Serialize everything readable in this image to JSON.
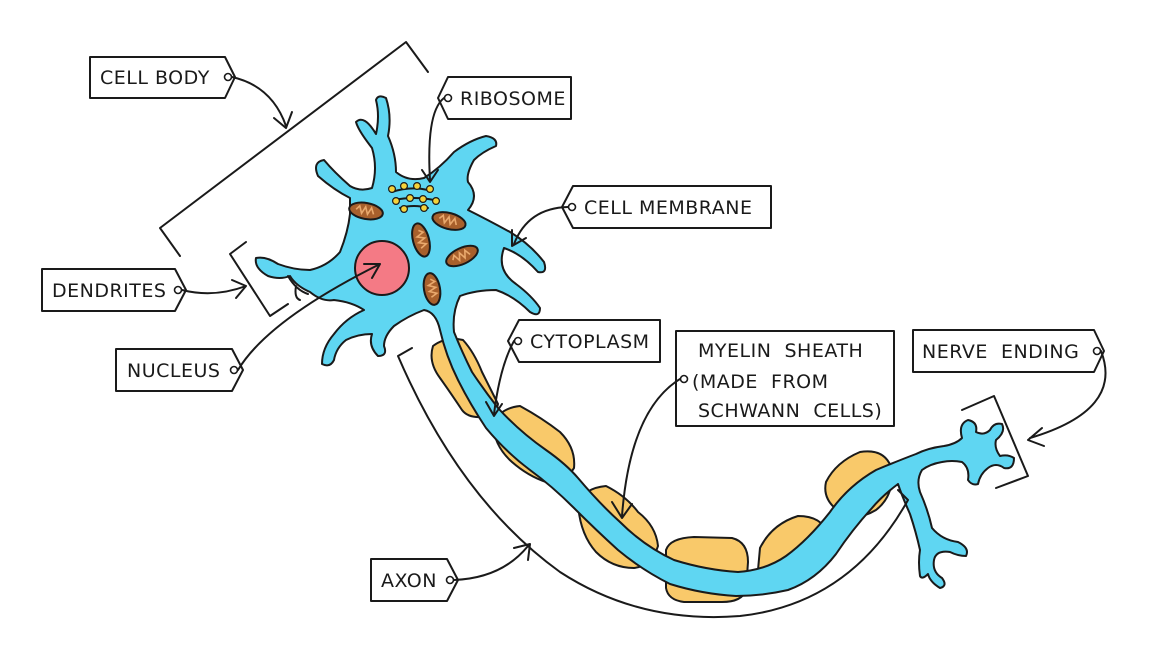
{
  "colors": {
    "cytoplasm": "#5fd6f2",
    "outline": "#1a1a1a",
    "nucleus": "#f47a85",
    "myelin": "#f9c96a",
    "mitochondria_fill": "#a8602c",
    "mitochondria_inner": "#e9a96d",
    "ribosome": "#f5d23a",
    "background": "#ffffff"
  },
  "labels": {
    "cell_body": "CELL BODY",
    "ribosome": "RIBOSOME",
    "cell_membrane": "CELL MEMBRANE",
    "dendrites": "DENDRITES",
    "nucleus": "NUCLEUS",
    "cytoplasm": "CYTOPLASM",
    "myelin_line1": "MYELIN  SHEATH",
    "myelin_line2": "(MADE  FROM",
    "myelin_line3": "SCHWANN  CELLS)",
    "nerve_ending": "NERVE  ENDING",
    "axon": "AXON"
  }
}
